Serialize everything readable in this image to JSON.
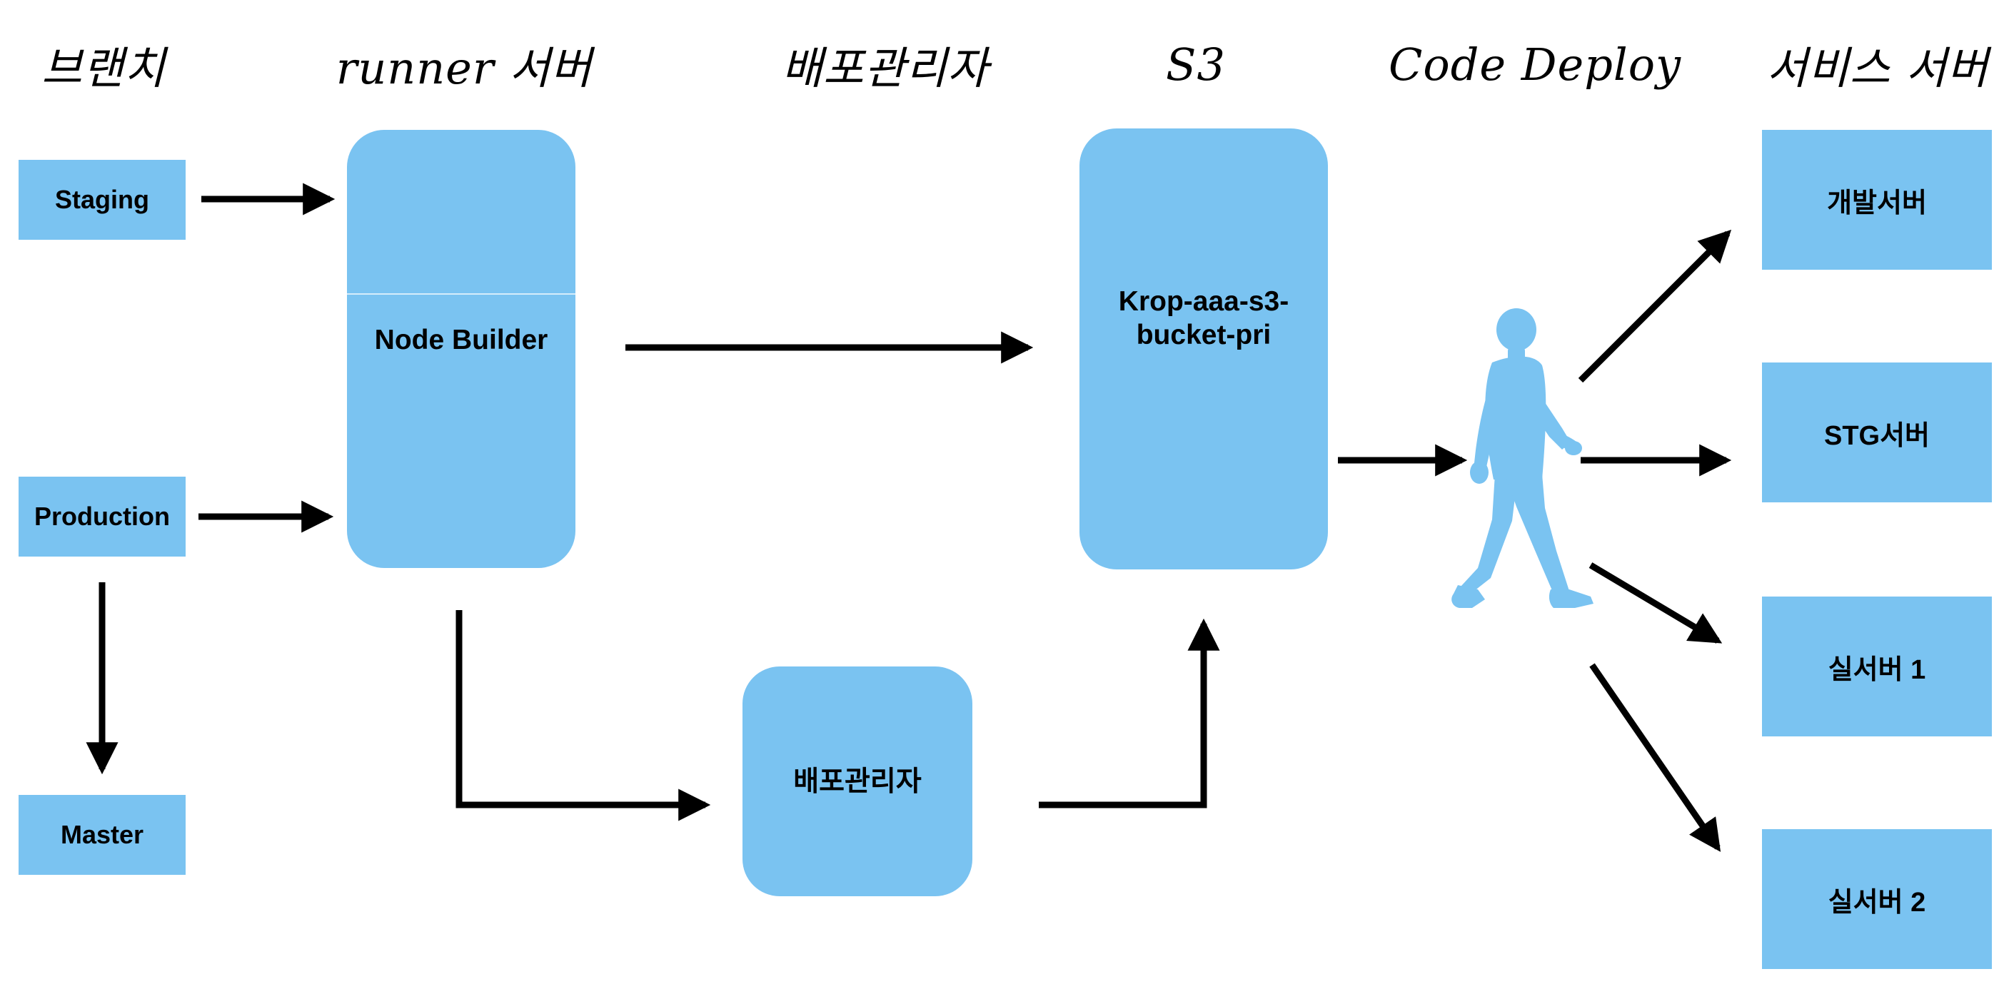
{
  "column_headers": {
    "branch": "브랜치",
    "runner": "runner 서버",
    "deploy_manager": "배포관리자",
    "s3": "S3",
    "code_deploy": "Code Deploy",
    "service": "서비스 서버"
  },
  "branches": {
    "staging": "Staging",
    "production": "Production",
    "master": "Master"
  },
  "runner_node": "Node Builder",
  "s3_node": "Krop-aaa-s3-bucket-pri",
  "deploy_manager_node": "배포관리자",
  "servers": {
    "dev": "개발서버",
    "stg": "STG서버",
    "real1": "실서버 1",
    "real2": "실서버 2"
  },
  "icons": {
    "code_deploy": "walking-person-icon"
  },
  "colors": {
    "node_fill": "#7ac3f1",
    "arrow": "#000000"
  }
}
